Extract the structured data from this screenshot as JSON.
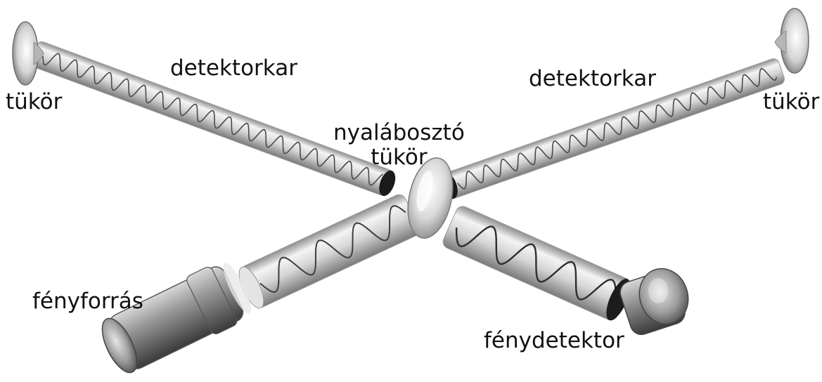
{
  "labels": {
    "mirror_left": "tükör",
    "arm_left": "detektorkar",
    "arm_right": "detektorkar",
    "mirror_right": "tükör",
    "beam_splitter_line1": "nyalábosztó",
    "beam_splitter_line2": "tükör",
    "light_source": "fényforrás",
    "photodetector": "fénydetektor"
  },
  "colors": {
    "tube_light": "#f2f2f2",
    "tube_mid": "#bdbdbd",
    "tube_dark": "#8a8a8a",
    "wave": "#4a4a4a",
    "metal_dark": "#3c3c3c",
    "text": "#111111"
  }
}
